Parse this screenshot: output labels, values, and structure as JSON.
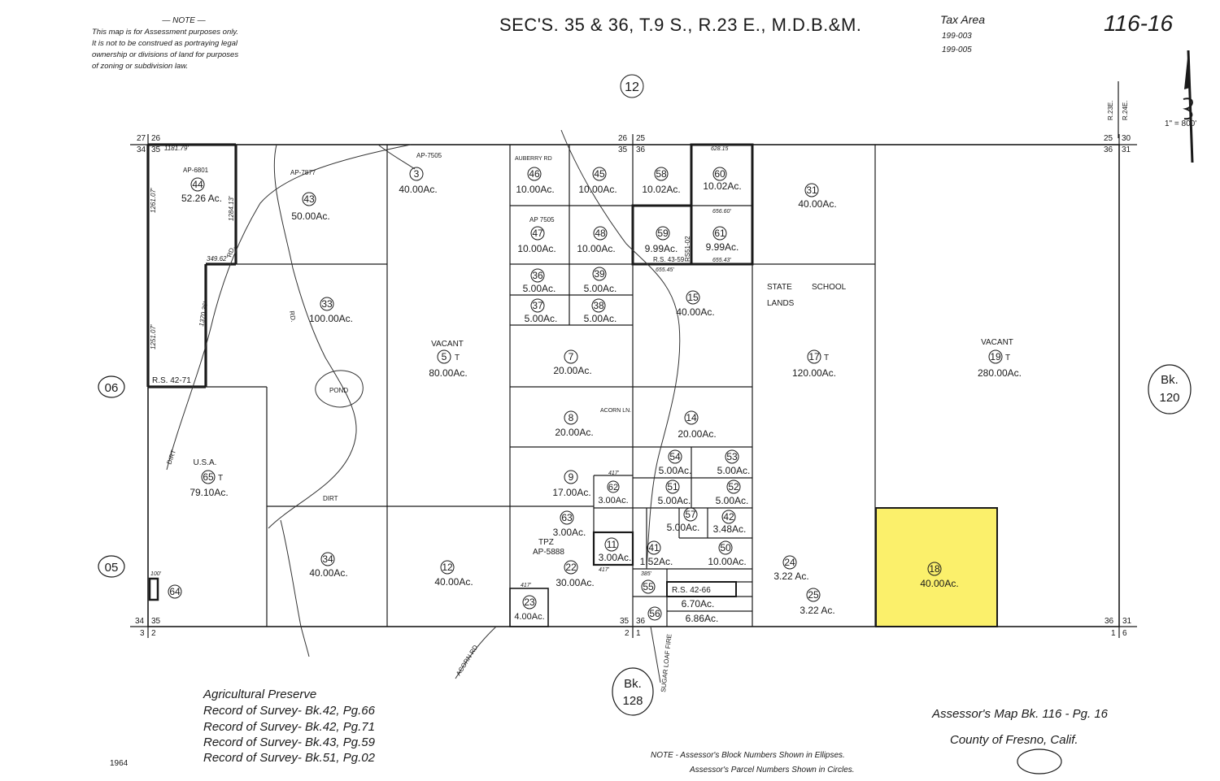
{
  "note": {
    "heading": "— NOTE —",
    "lines": [
      "This map is for Assessment purposes only.",
      "It is not to be construed as portraying legal",
      "ownership or divisions of land for purposes",
      "of zoning or subdivision law."
    ]
  },
  "title": "SEC'S. 35 & 36, T.9 S., R.23 E., M.D.B.&M.",
  "tax_area": {
    "label": "Tax Area",
    "codes": [
      "199-003",
      "199-005"
    ]
  },
  "page_number": "116-16",
  "scale": {
    "label": "1\" = 800'"
  },
  "range_labels": [
    "R.23E.",
    "R.24E."
  ],
  "block_refs": [
    {
      "id": "top",
      "text": "12"
    },
    {
      "id": "left-upper",
      "text": "06"
    },
    {
      "id": "left-lower",
      "text": "05"
    },
    {
      "id": "right",
      "lines": [
        "Bk.",
        "120"
      ]
    },
    {
      "id": "bottom",
      "lines": [
        "Bk.",
        "128"
      ]
    }
  ],
  "corner_numbers": {
    "tl": [
      "27",
      "26",
      "34",
      "35"
    ],
    "tm": [
      "26",
      "25",
      "35",
      "36"
    ],
    "tr": [
      "25",
      "30",
      "36",
      "31"
    ],
    "bl": [
      "34",
      "35",
      "3",
      "2"
    ],
    "bm": [
      "35",
      "36",
      "2",
      "1"
    ],
    "br": [
      "36",
      "31",
      "1",
      "6"
    ]
  },
  "parcels": [
    {
      "no": "44",
      "acres": "52.26 Ac.",
      "ap": "AP-6801"
    },
    {
      "no": "43",
      "acres": "50.00Ac.",
      "ap": "AP-7877"
    },
    {
      "no": "3",
      "acres": "40.00Ac.",
      "ap": "AP-7505"
    },
    {
      "no": "46",
      "acres": "10.00Ac."
    },
    {
      "no": "45",
      "acres": "10.00Ac."
    },
    {
      "no": "58",
      "acres": "10.02Ac."
    },
    {
      "no": "60",
      "acres": "10.02Ac."
    },
    {
      "no": "31",
      "acres": "40.00Ac."
    },
    {
      "no": "47",
      "acres": "10.00Ac.",
      "ap": "AP 7505"
    },
    {
      "no": "48",
      "acres": "10.00Ac."
    },
    {
      "no": "59",
      "acres": "9.99Ac."
    },
    {
      "no": "61",
      "acres": "9.99Ac."
    },
    {
      "no": "36",
      "acres": "5.00Ac."
    },
    {
      "no": "39",
      "acres": "5.00Ac."
    },
    {
      "no": "37",
      "acres": "5.00Ac."
    },
    {
      "no": "38",
      "acres": "5.00Ac."
    },
    {
      "no": "15",
      "acres": "40.00Ac."
    },
    {
      "no": "33",
      "acres": "100.00Ac."
    },
    {
      "no": "5",
      "suffix": "T",
      "acres": "80.00Ac.",
      "label": "VACANT"
    },
    {
      "no": "7",
      "acres": "20.00Ac."
    },
    {
      "no": "17",
      "suffix": "T",
      "acres": "120.00Ac."
    },
    {
      "no": "19",
      "suffix": "T",
      "acres": "280.00Ac.",
      "label": "VACANT"
    },
    {
      "no": "8",
      "acres": "20.00Ac."
    },
    {
      "no": "14",
      "acres": "20.00Ac."
    },
    {
      "no": "54",
      "acres": "5.00Ac."
    },
    {
      "no": "53",
      "acres": "5.00Ac."
    },
    {
      "no": "65",
      "suffix": "T",
      "acres": "79.10Ac.",
      "label": "U.S.A."
    },
    {
      "no": "9",
      "acres": "17.00Ac."
    },
    {
      "no": "62",
      "acres": "3.00Ac."
    },
    {
      "no": "51",
      "acres": "5.00Ac."
    },
    {
      "no": "52",
      "acres": "5.00Ac."
    },
    {
      "no": "63",
      "acres": "3.00Ac."
    },
    {
      "no": "57",
      "acres": "5.00Ac."
    },
    {
      "no": "42",
      "acres": "3.48Ac."
    },
    {
      "no": "11",
      "acres": "3.00Ac."
    },
    {
      "no": "41",
      "acres": "1.52Ac."
    },
    {
      "no": "50",
      "acres": "10.00Ac."
    },
    {
      "no": "34",
      "acres": "40.00Ac."
    },
    {
      "no": "12",
      "acres": "40.00Ac."
    },
    {
      "no": "22",
      "acres": "30.00Ac."
    },
    {
      "no": "24",
      "acres": "3.22 Ac."
    },
    {
      "no": "25",
      "acres": "3.22 Ac."
    },
    {
      "no": "18",
      "acres": "40.00Ac.",
      "highlight": true
    },
    {
      "no": "64"
    },
    {
      "no": "23",
      "acres": "4.00Ac."
    },
    {
      "no": "55"
    },
    {
      "no": "56",
      "acres": "6.86Ac."
    },
    {
      "no": "",
      "acres": "6.70Ac."
    }
  ],
  "area_labels": {
    "state_school": [
      "STATE",
      "SCHOOL",
      "LANDS"
    ],
    "pond": "POND",
    "tpz": "TPZ",
    "tpz_ap": "AP-5888"
  },
  "roads": {
    "acorn": "ACORN RD.",
    "sugar": "SUGAR LOAF FIRE",
    "dirt": "DIRT",
    "rd": "RD.",
    "auberry_rd": "AUBERRY RD",
    "acorn_ln": "ACORN LN."
  },
  "survey_marks": [
    "R.S. 42-71",
    "R.S. 43-59",
    "RS51-02",
    "R.S. 42-66"
  ],
  "dimensions": [
    "1181.79'",
    "1261.07'",
    "1284.13'",
    "349.62'",
    "1370.36'",
    "1251.07'",
    "628.15",
    "656.60'",
    "655.43'",
    "655.45'",
    "417'",
    "385'",
    "100'"
  ],
  "legend": [
    "Agricultural Preserve",
    "Record of Survey- Bk.42, Pg.66",
    "Record of Survey- Bk.42, Pg.71",
    "Record of Survey- Bk.43, Pg.59",
    "Record of Survey- Bk.51, Pg.02"
  ],
  "year": "1964",
  "footer_note": [
    "NOTE - Assessor's Block Numbers Shown in Ellipses.",
    "Assessor's Parcel Numbers Shown in Circles."
  ],
  "assessor": {
    "line1": "Assessor's Map Bk. 116 - Pg. 16",
    "line2": "County of Fresno, Calif."
  },
  "colors": {
    "highlight": "#fbf06b",
    "ink": "#1a1a1a"
  }
}
